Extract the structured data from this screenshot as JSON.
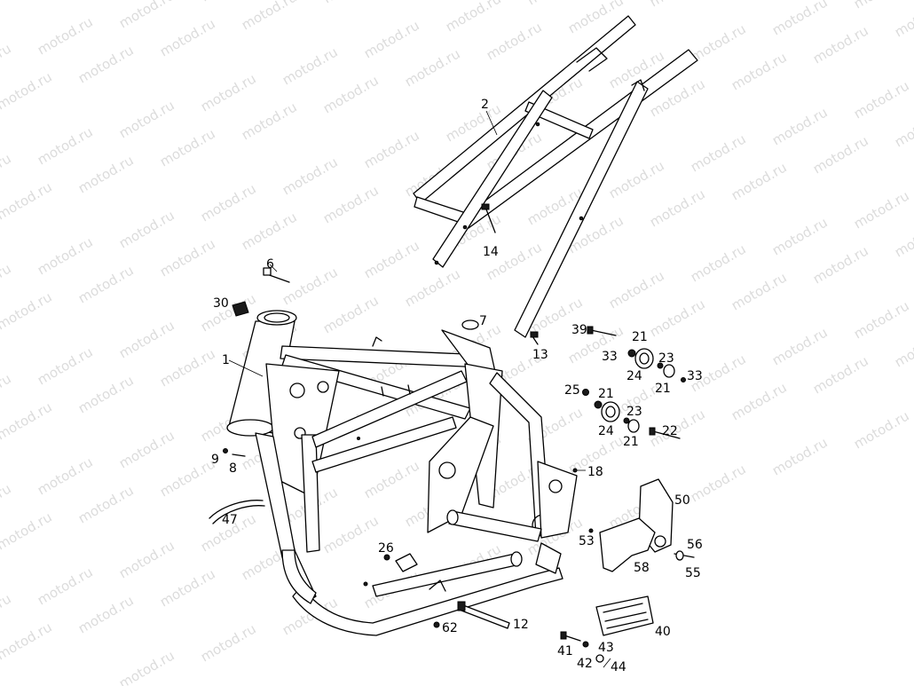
{
  "watermark": "motod.ru",
  "callouts": {
    "c1": "1",
    "c2": "2",
    "c6": "6",
    "c7": "7",
    "c8": "8",
    "c9": "9",
    "c12": "12",
    "c13": "13",
    "c14": "14",
    "c18": "18",
    "c21a": "21",
    "c21b": "21",
    "c21c": "21",
    "c21d": "21",
    "c22": "22",
    "c23a": "23",
    "c23b": "23",
    "c24a": "24",
    "c24b": "24",
    "c25": "25",
    "c26": "26",
    "c30": "30",
    "c33a": "33",
    "c33b": "33",
    "c39": "39",
    "c40": "40",
    "c41": "41",
    "c42": "42",
    "c43": "43",
    "c44": "44",
    "c47": "47",
    "c50": "50",
    "c53": "53",
    "c55": "55",
    "c56": "56",
    "c58": "58",
    "c62": "62"
  }
}
